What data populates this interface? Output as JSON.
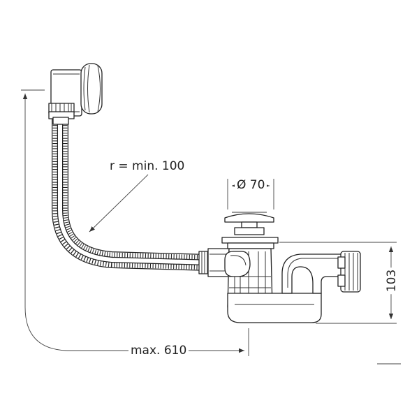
{
  "labels": {
    "bend_radius": "r = min. 100",
    "diameter": "Ø 70",
    "height": "103",
    "max_length": "max. 610"
  }
}
